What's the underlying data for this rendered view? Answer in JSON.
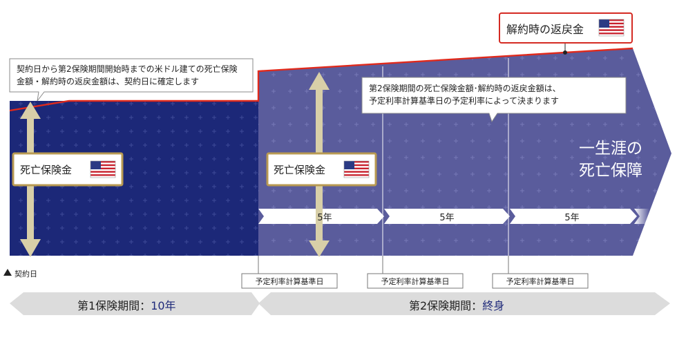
{
  "callouts": {
    "fixed_note_line1": "契約日から第2保険期間開始時までの米ドル建ての死亡保険",
    "fixed_note_line2": "金額・解約時の返戻金額は、契約日に確定します",
    "second_note_line1": "第2保険期間の死亡保険金額･解約時の返戻金額は、",
    "second_note_line2": "予定利率計算基準日の予定利率によって決まります"
  },
  "surrender_label": "解約時の返戻金",
  "death_benefit_label": "死亡保険金",
  "lifetime_line1": "一生涯の",
  "lifetime_line2": "死亡保障",
  "durations": [
    "5年",
    "5年",
    "5年"
  ],
  "calc_date_labels": [
    "予定利率計算基準日",
    "予定利率計算基準日",
    "予定利率計算基準日"
  ],
  "contract_date_label": "契約日",
  "period1": {
    "label": "第1保険期間：",
    "value": "10年"
  },
  "period2": {
    "label": "第2保険期間：",
    "value": "終身"
  },
  "icons": [
    "us-flag-icon",
    "double-arrow-icon",
    "triangle-up-icon"
  ],
  "colors": {
    "period1_fill": "#1c2878",
    "period2_fill": "#5a5c9c",
    "value_line": "#e02a1c",
    "box_border": "#b89a52",
    "arrow": "#d8cfa8",
    "period_bar": "#dcdcdc"
  }
}
